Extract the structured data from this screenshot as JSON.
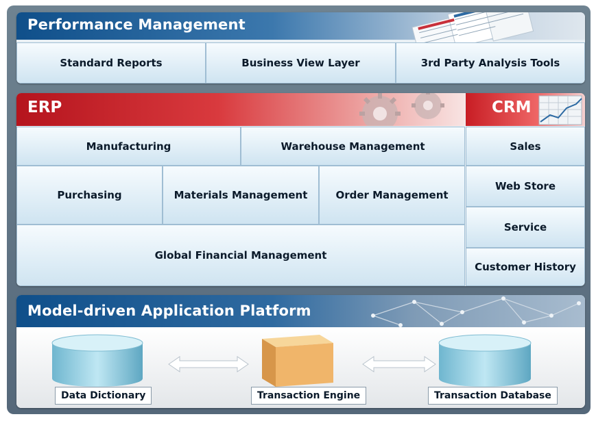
{
  "performance": {
    "title": "Performance Management",
    "items": [
      "Standard Reports",
      "Business View Layer",
      "3rd Party Analysis Tools"
    ]
  },
  "erp": {
    "title": "ERP",
    "row1": [
      "Manufacturing",
      "Warehouse Management"
    ],
    "row2": [
      "Purchasing",
      "Materials Management",
      "Order Management"
    ],
    "row3": [
      "Global Financial Management"
    ]
  },
  "crm": {
    "title": "CRM",
    "items": [
      "Sales",
      "Web Store",
      "Service",
      "Customer History"
    ]
  },
  "platform": {
    "title": "Model-driven Application Platform",
    "components": [
      "Data Dictionary",
      "Transaction Engine",
      "Transaction Database"
    ]
  },
  "colors": {
    "header_blue": "#0f4f8a",
    "header_red": "#c81d24",
    "cell_fill": "#dcebf5"
  },
  "icons": [
    "report-sheets-icon",
    "gears-icon",
    "chart-icon",
    "network-icon",
    "cylinder-icon",
    "box-icon",
    "double-arrow-icon"
  ]
}
